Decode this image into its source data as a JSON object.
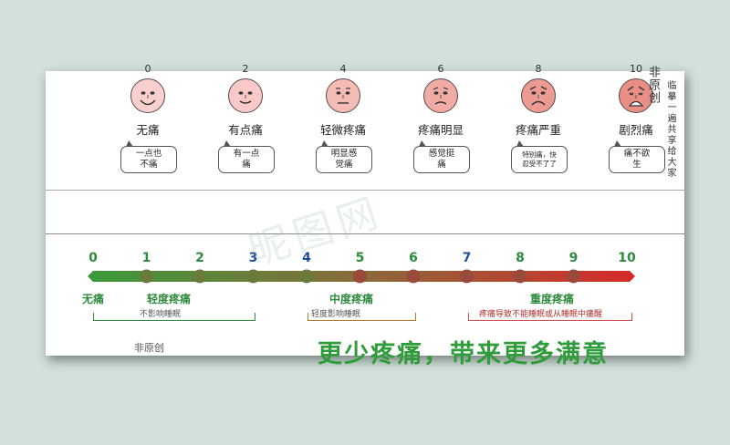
{
  "faces_scale": [
    {
      "score": "0",
      "label": "无痛",
      "speech": "一点也\n不痛",
      "mood": "happy",
      "color": "#f9d0cd"
    },
    {
      "score": "2",
      "label": "有点痛",
      "speech": "有一点\n痛",
      "mood": "smile",
      "color": "#f8c9c6"
    },
    {
      "score": "4",
      "label": "轻微疼痛",
      "speech": "明显感\n觉痛",
      "mood": "neutral",
      "color": "#f5bcb6"
    },
    {
      "score": "6",
      "label": "疼痛明显",
      "speech": "感觉挺\n痛",
      "mood": "sad",
      "color": "#f0aba4"
    },
    {
      "score": "8",
      "label": "疼痛严重",
      "speech": "特别痛，快\n忍受不了了",
      "mood": "worried",
      "color": "#ec9b92"
    },
    {
      "score": "10",
      "label": "剧烈痛",
      "speech": "痛不欲\n生",
      "mood": "crying",
      "color": "#e88e85"
    }
  ],
  "side_text_a": "非原创",
  "side_text_b": "临摹一遍共享给大家",
  "numeric_scale": {
    "ticks": [
      "0",
      "1",
      "2",
      "3",
      "4",
      "5",
      "6",
      "7",
      "8",
      "9",
      "10"
    ],
    "tick_colors": [
      "#2e8b3e",
      "#2e8b3e",
      "#2e8b3e",
      "#1f4f9c",
      "#1f4f9c",
      "#2e8b3e",
      "#2e8b3e",
      "#1f4f9c",
      "#2e8b3e",
      "#2e8b3e",
      "#2e8b3e"
    ],
    "zones": [
      {
        "label": "无痛",
        "color": "#2e8b3e"
      },
      {
        "label": "轻度疼痛",
        "color": "#2e8b3e",
        "note": "不影响睡眠",
        "note_color": "#555555"
      },
      {
        "label": "中度疼痛",
        "color": "#2e8b3e",
        "note": "轻度影响睡眠",
        "note_color": "#555555"
      },
      {
        "label": "重度疼痛",
        "color": "#2e8b3e",
        "note": "疼痛导致不能睡眠或从睡眠中痛醒",
        "note_color": "#b03030"
      }
    ],
    "bracket_colors": [
      "#2e8b3e",
      "#b07a2a",
      "#d05050"
    ],
    "bar_colors": {
      "start": "#3a9a3a",
      "mid": "#8a6a3a",
      "end": "#d62a2a"
    }
  },
  "bottom_note": "非原创",
  "slogan": "更少疼痛，带来更多满意",
  "watermark": "昵图网"
}
